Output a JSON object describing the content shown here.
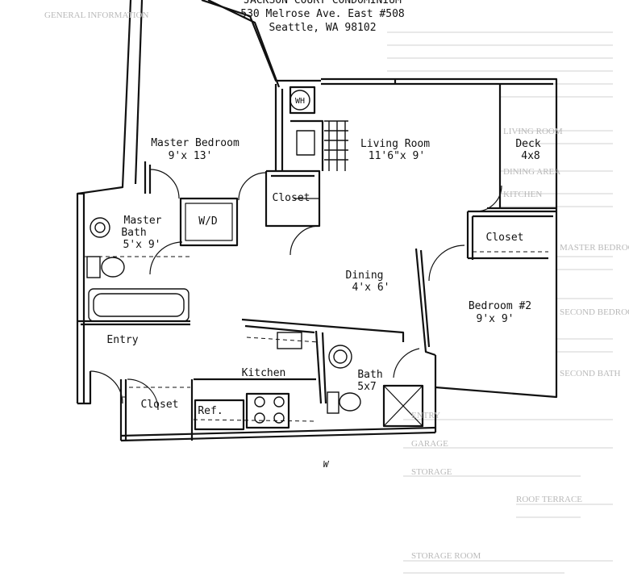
{
  "header": {
    "building": "JACKSON COURT CONDOMINIUM",
    "address": "530 Melrose Ave. East #508",
    "city": "Seattle, WA 98102"
  },
  "rooms": {
    "master_bedroom": {
      "name": "Master Bedroom",
      "size": "9'x 13'"
    },
    "living_room": {
      "name": "Living Room",
      "size": "11'6\"x 9'"
    },
    "deck": {
      "name": "Deck",
      "size": "4x8"
    },
    "master_bath": {
      "name": "Master",
      "name2": "Bath",
      "size": "5'x 9'"
    },
    "washer_dryer": "W/D",
    "water_heater": "WH",
    "closet_center": "Closet",
    "closet_bedroom2": "Closet",
    "dining": {
      "name": "Dining",
      "size": "4'x 6'"
    },
    "bedroom2": {
      "name": "Bedroom #2",
      "size": "9'x 9'"
    },
    "entry": "Entry",
    "kitchen": "Kitchen",
    "bath": {
      "name": "Bath",
      "size": "5x7"
    },
    "closet_entry": "Closet",
    "ref": "Ref."
  },
  "stray_mark": "W",
  "bleed_through": {
    "lines": [
      "GENERAL INFORMATION",
      "LIVING ROOM",
      "DINING AREA",
      "KITCHEN",
      "MASTER BEDROOM",
      "SECOND BEDROOM",
      "SECOND BATH",
      "ENTRY",
      "GARAGE",
      "STORAGE",
      "ROOF TERRACE",
      "STORAGE ROOM"
    ]
  },
  "colors": {
    "ink": "#111111",
    "paper": "#ffffff",
    "bleed": "#b9b9b9"
  }
}
